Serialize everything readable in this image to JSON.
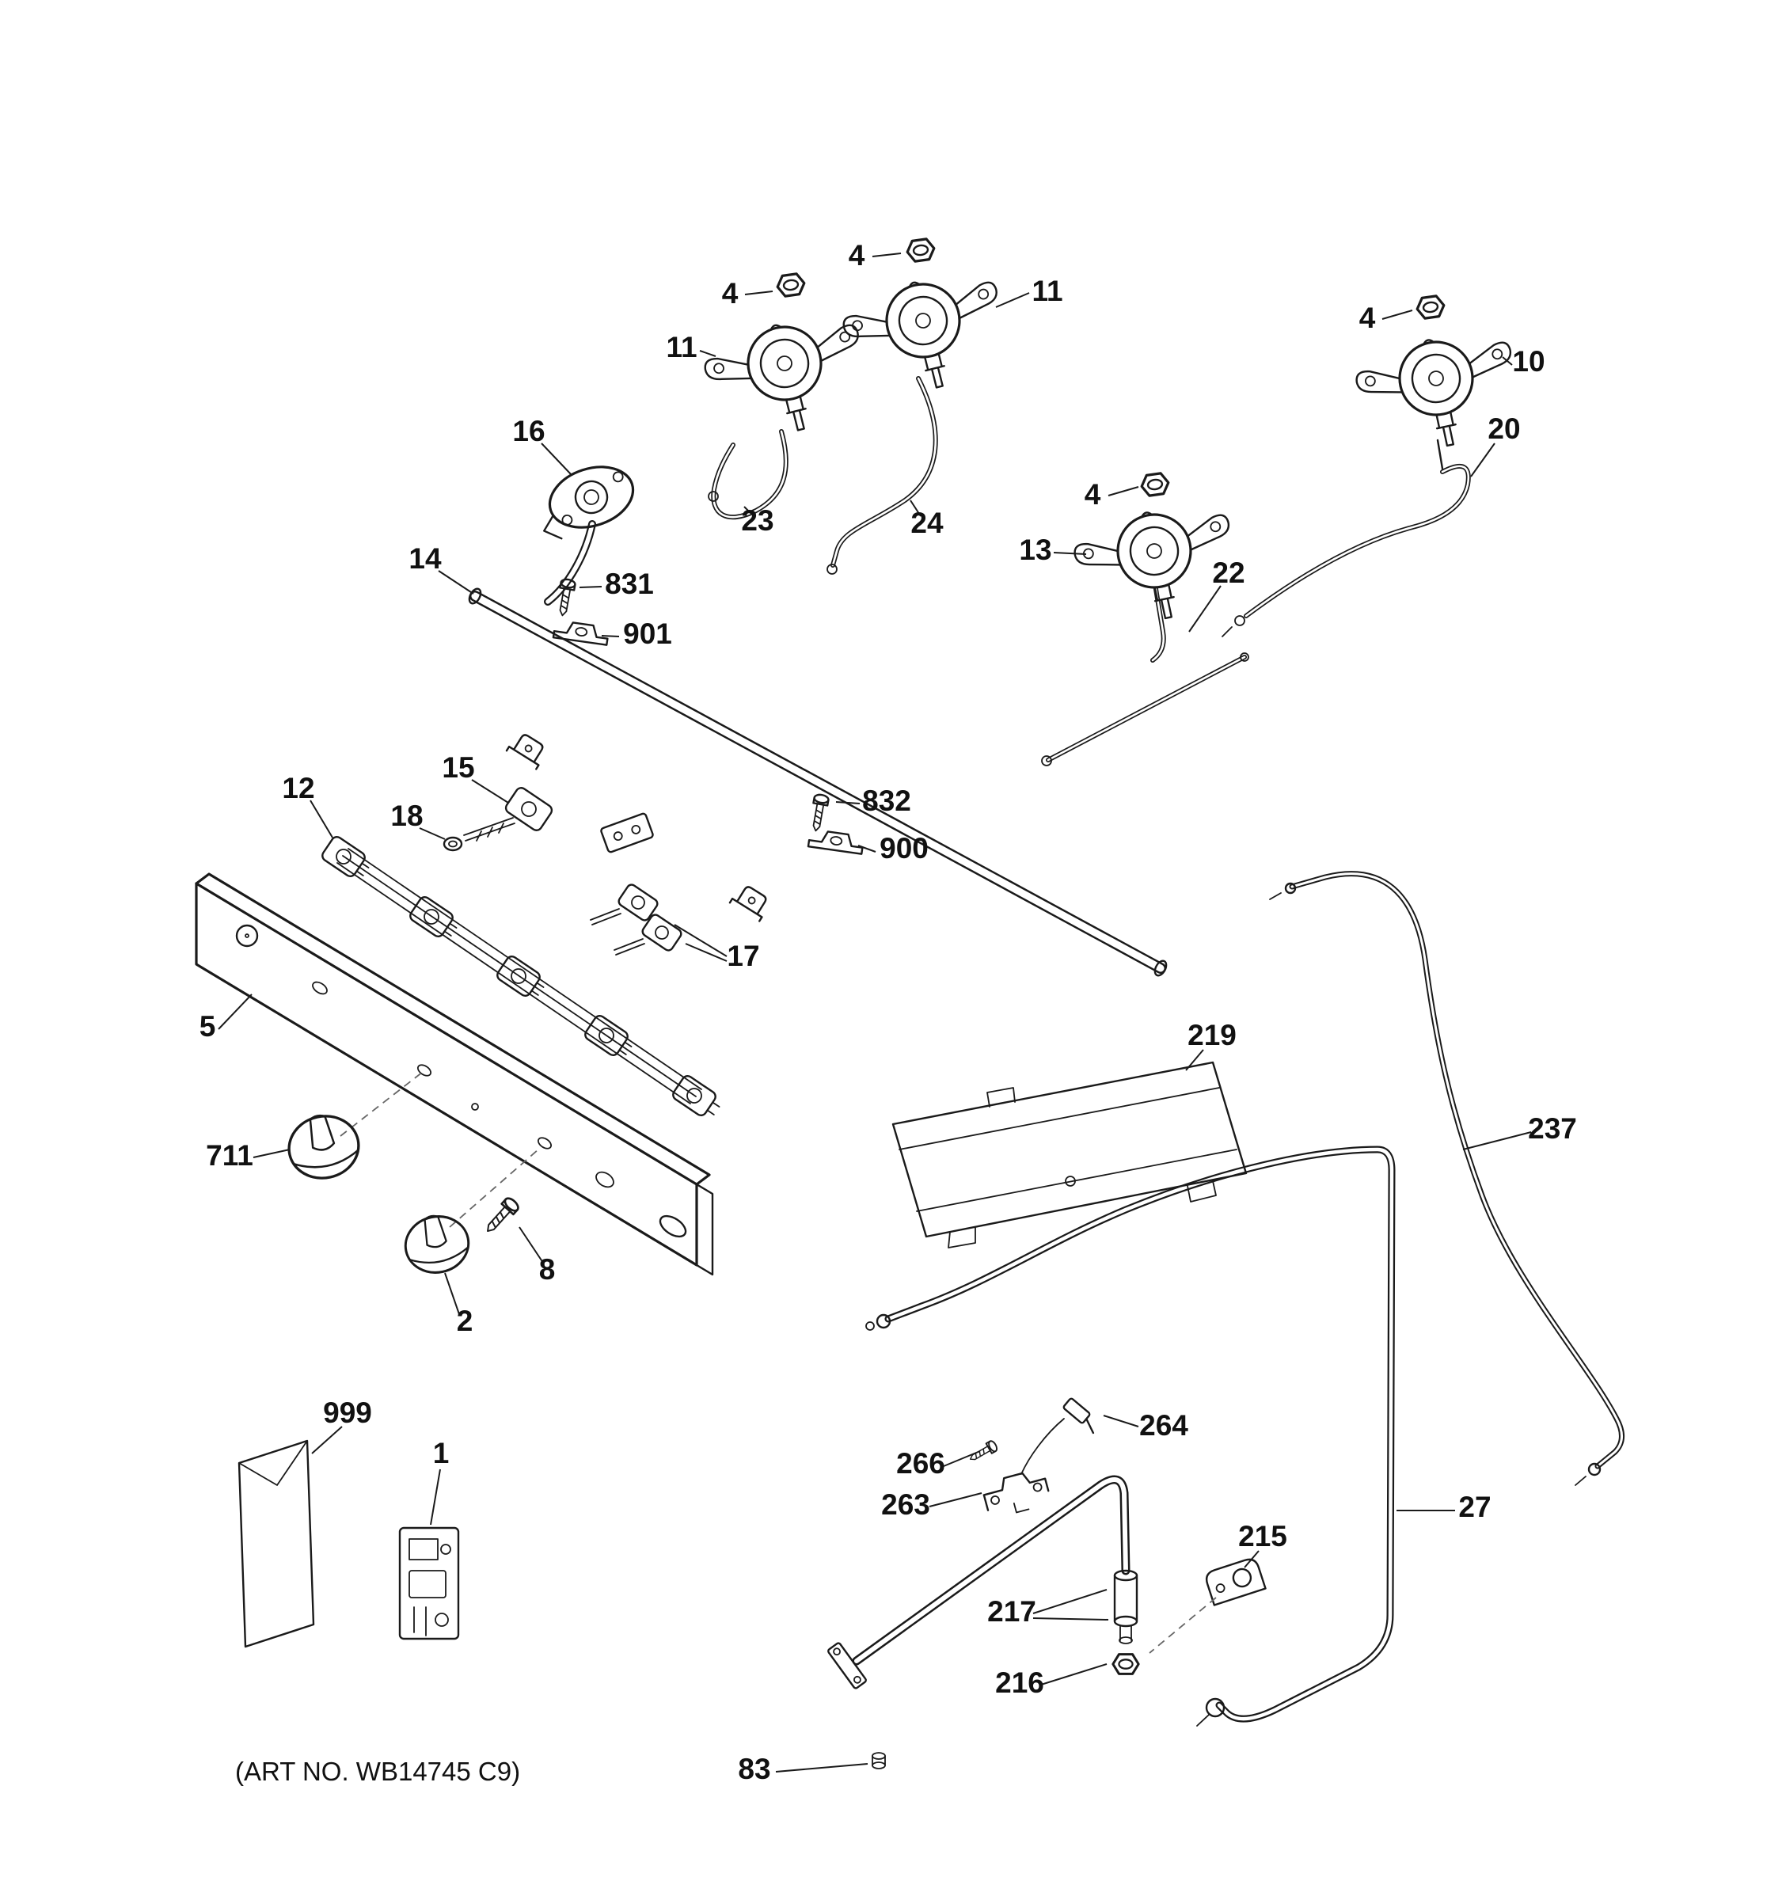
{
  "diagram": {
    "type": "exploded-parts-diagram",
    "subject": "gas-range-burner-manifold-assembly",
    "art_no": "(ART NO. WB14745 C9)",
    "ink_color": "#1a1a1a",
    "background_color": "#ffffff"
  },
  "callouts": [
    {
      "label": "4",
      "part": "lock-nut"
    },
    {
      "label": "11",
      "part": "burner-valve"
    },
    {
      "label": "4",
      "part": "lock-nut"
    },
    {
      "label": "11",
      "part": "burner-valve"
    },
    {
      "label": "4",
      "part": "lock-nut"
    },
    {
      "label": "10",
      "part": "burner-valve"
    },
    {
      "label": "16",
      "part": "orifice-holder"
    },
    {
      "label": "20",
      "part": "gas-tube"
    },
    {
      "label": "14",
      "part": "manifold-pipe"
    },
    {
      "label": "831",
      "part": "screw"
    },
    {
      "label": "901",
      "part": "bracket"
    },
    {
      "label": "23",
      "part": "gas-tube"
    },
    {
      "label": "24",
      "part": "gas-tube"
    },
    {
      "label": "4",
      "part": "lock-nut"
    },
    {
      "label": "13",
      "part": "burner-valve"
    },
    {
      "label": "22",
      "part": "gas-tube"
    },
    {
      "label": "12",
      "part": "surface-valve"
    },
    {
      "label": "15",
      "part": "surface-valve"
    },
    {
      "label": "18",
      "part": "washer"
    },
    {
      "label": "832",
      "part": "screw"
    },
    {
      "label": "900",
      "part": "bracket"
    },
    {
      "label": "17",
      "part": "surface-valve-pair"
    },
    {
      "label": "5",
      "part": "manifold-panel"
    },
    {
      "label": "219",
      "part": "heat-shield"
    },
    {
      "label": "237",
      "part": "gas-tube"
    },
    {
      "label": "711",
      "part": "control-knob"
    },
    {
      "label": "8",
      "part": "screw"
    },
    {
      "label": "2",
      "part": "control-knob"
    },
    {
      "label": "999",
      "part": "literature-envelope"
    },
    {
      "label": "1",
      "part": "spark-module"
    },
    {
      "label": "264",
      "part": "igniter-electrode"
    },
    {
      "label": "266",
      "part": "screw"
    },
    {
      "label": "263",
      "part": "igniter-bracket"
    },
    {
      "label": "27",
      "part": "gas-supply-tube"
    },
    {
      "label": "215",
      "part": "bracket"
    },
    {
      "label": "217",
      "part": "regulator-fitting"
    },
    {
      "label": "216",
      "part": "nut"
    },
    {
      "label": "83",
      "part": "plug"
    }
  ]
}
